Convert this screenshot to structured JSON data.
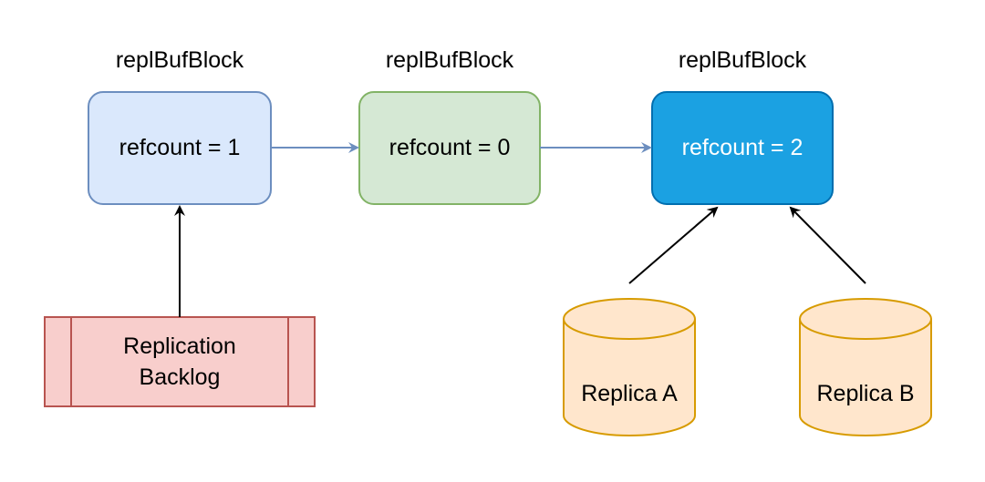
{
  "blocks": [
    {
      "title": "replBufBlock",
      "label": "refcount = 1",
      "fill": "#dae8fc",
      "stroke": "#6c8ebf",
      "text_color": "#000000"
    },
    {
      "title": "replBufBlock",
      "label": "refcount = 0",
      "fill": "#d5e8d4",
      "stroke": "#82b366",
      "text_color": "#000000"
    },
    {
      "title": "replBufBlock",
      "label": "refcount = 2",
      "fill": "#1ba1e2",
      "stroke": "#006eaf",
      "text_color": "#ffffff"
    }
  ],
  "backlog": {
    "line1": "Replication",
    "line2": "Backlog",
    "fill": "#f8cecc",
    "stroke": "#b85450"
  },
  "replicas": [
    {
      "label": "Replica A",
      "fill": "#ffe6cc",
      "stroke": "#d79b00"
    },
    {
      "label": "Replica B",
      "fill": "#ffe6cc",
      "stroke": "#d79b00"
    }
  ],
  "colors": {
    "chain_arrow": "#6c8ebf",
    "reference_arrow": "#000000"
  }
}
